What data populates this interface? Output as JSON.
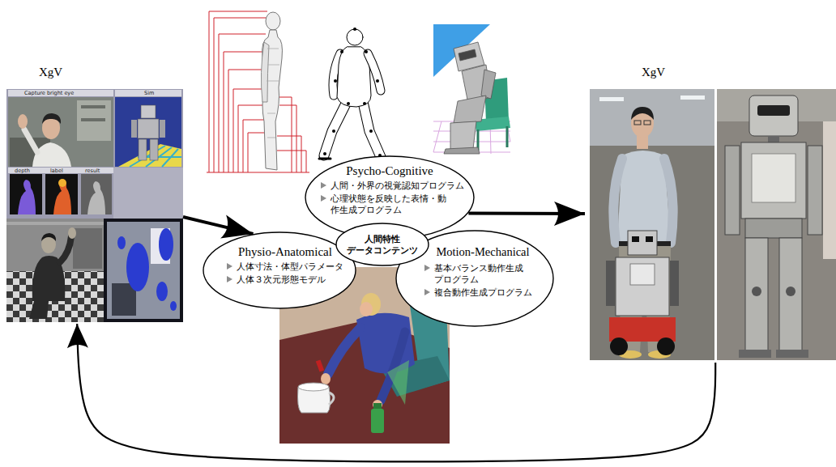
{
  "diagram": {
    "nodes": [
      {
        "text": [
          "XgV"
        ]
      },
      {
        "text": [
          "Psycho-Cognitive",
          "人間・外界の視覚認知プログラム",
          "心理状態を反映した表情・動作生成プログラム"
        ]
      },
      {
        "text": [
          "Physio-Anatomical",
          "人体寸法・体型パラメータ",
          "人体３次元形態モデル"
        ]
      },
      {
        "text": [
          "人間特性 データコンテンツ"
        ]
      },
      {
        "text": [
          "Motion-Mechanical",
          "基本バランス動作生成プログラム",
          "複合動作生成プログラム"
        ]
      },
      {
        "text": [
          "XgV"
        ]
      }
    ],
    "edges": [
      {
        "from": 0,
        "to": 2,
        "arrow": "to"
      },
      {
        "from": 1,
        "to": 5,
        "arrow": "to"
      },
      {
        "from": 5,
        "to": 0,
        "arrow": "to"
      }
    ],
    "labels": [
      "Capture bright eye",
      "Sim",
      "depth",
      "label",
      "result"
    ]
  }
}
